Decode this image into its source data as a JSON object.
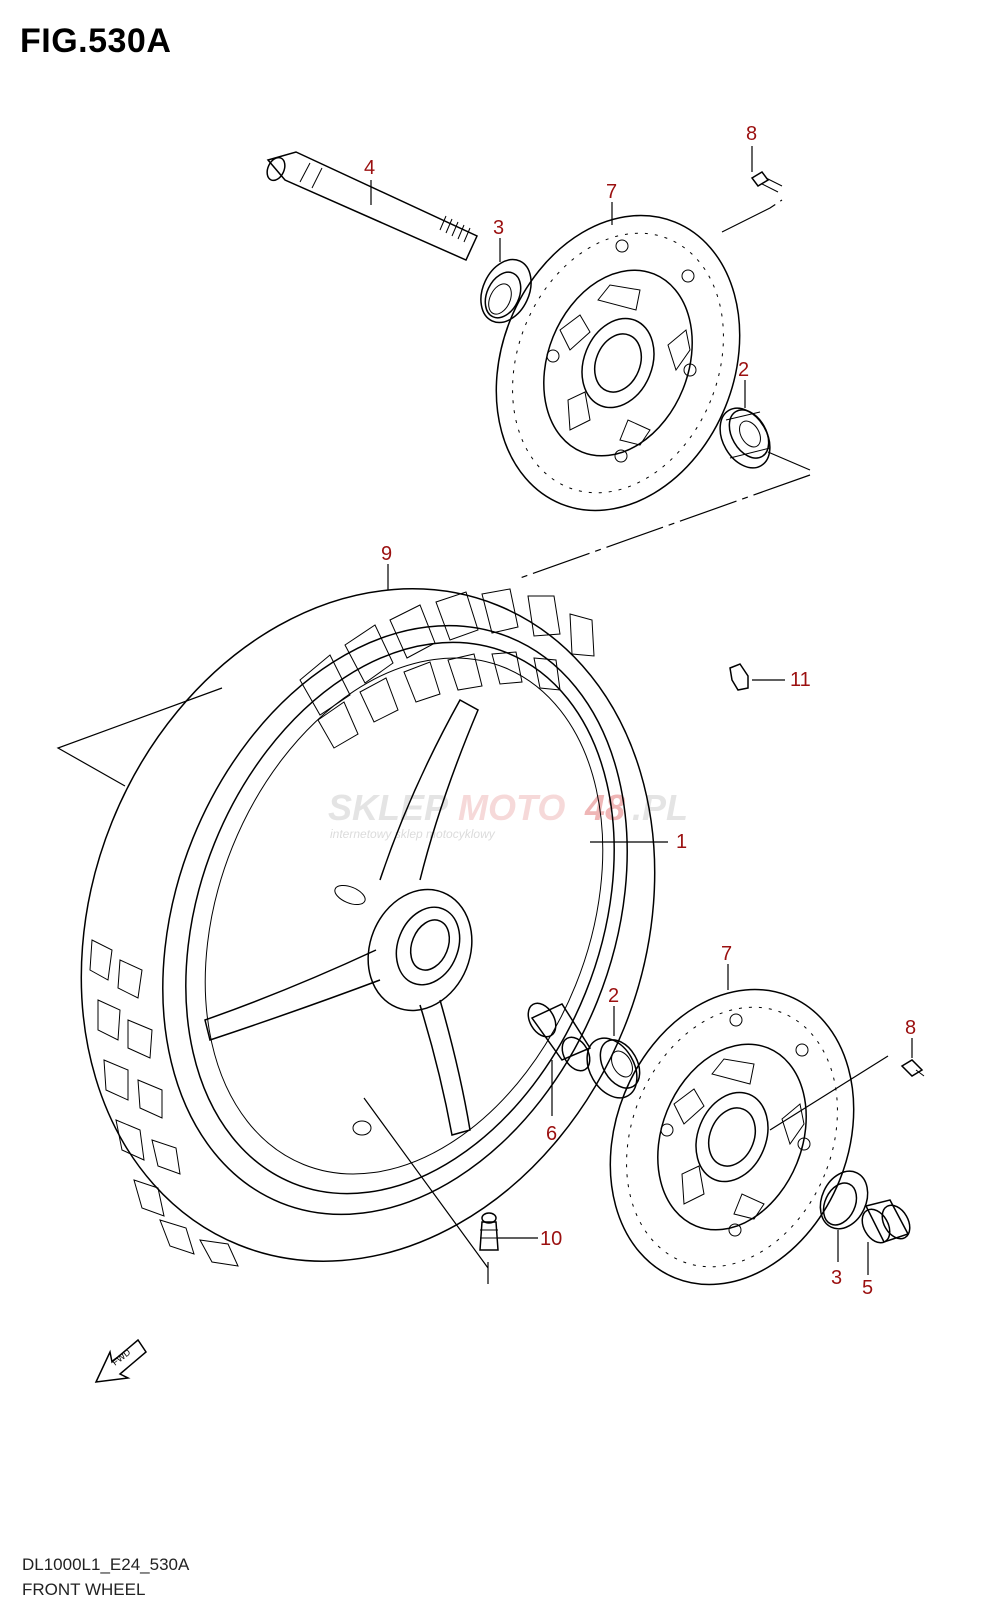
{
  "figure": {
    "title": "FIG.530A"
  },
  "footer": {
    "code": "DL1000L1_E24_530A",
    "name": "FRONT WHEEL"
  },
  "watermark": {
    "brand_a": "SKLEP",
    "brand_b": "MOTO",
    "brand_c": "48",
    "brand_d": ".PL",
    "tagline": "internetowy sklep motocyklowy"
  },
  "fwd_label": "FWD",
  "callouts": [
    {
      "id": "c-4a",
      "number": "4"
    },
    {
      "id": "c-3a",
      "number": "3"
    },
    {
      "id": "c-7a",
      "number": "7"
    },
    {
      "id": "c-8a",
      "number": "8"
    },
    {
      "id": "c-2a",
      "number": "2"
    },
    {
      "id": "c-9",
      "number": "9"
    },
    {
      "id": "c-11",
      "number": "11"
    },
    {
      "id": "c-1",
      "number": "1"
    },
    {
      "id": "c-7b",
      "number": "7"
    },
    {
      "id": "c-2b",
      "number": "2"
    },
    {
      "id": "c-8b",
      "number": "8"
    },
    {
      "id": "c-6",
      "number": "6"
    },
    {
      "id": "c-10",
      "number": "10"
    },
    {
      "id": "c-3b",
      "number": "3"
    },
    {
      "id": "c-5",
      "number": "5"
    }
  ]
}
